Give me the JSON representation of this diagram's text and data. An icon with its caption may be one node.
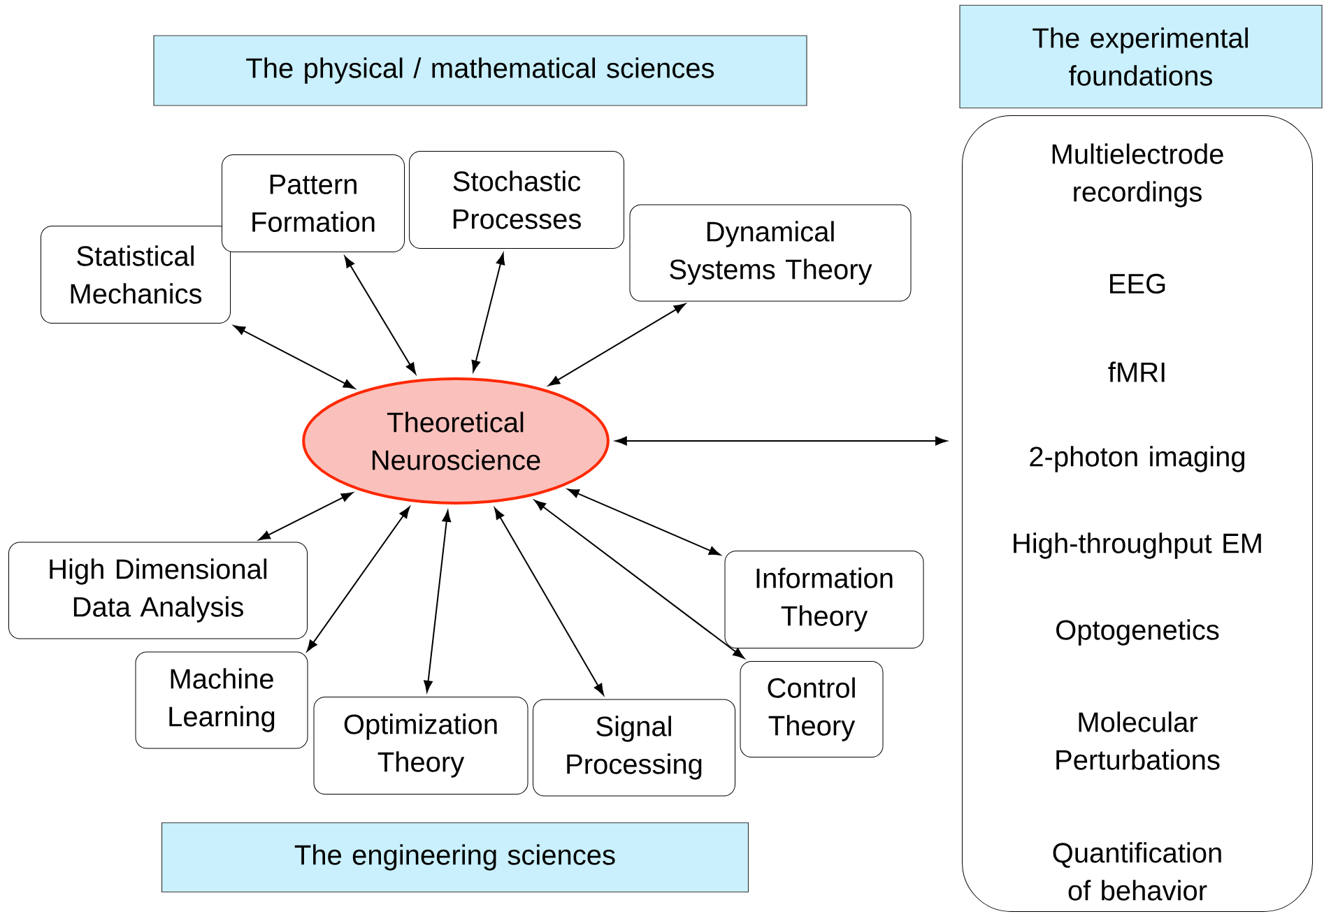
{
  "diagram": {
    "nodes": [
      {
        "text": [
          "The physical / mathematical sciences"
        ]
      },
      {
        "text": [
          "The experimental foundations"
        ]
      },
      {
        "text": [
          "The engineering sciences"
        ]
      },
      {
        "text": [
          "Theoretical Neuroscience"
        ]
      },
      {
        "text": [
          "Statistical Mechanics"
        ]
      },
      {
        "text": [
          "Pattern Formation"
        ]
      },
      {
        "text": [
          "Stochastic Processes"
        ]
      },
      {
        "text": [
          "Dynamical Systems Theory"
        ]
      },
      {
        "text": [
          "High Dimensional Data Analysis"
        ]
      },
      {
        "text": [
          "Machine Learning"
        ]
      },
      {
        "text": [
          "Optimization Theory"
        ]
      },
      {
        "text": [
          "Signal Processing"
        ]
      },
      {
        "text": [
          "Information Theory"
        ]
      },
      {
        "text": [
          "Control Theory"
        ]
      },
      {
        "text": [
          "Multielectrode recordings",
          "EEG",
          "fMRI",
          "2-photon imaging",
          "High-throughput EM",
          "Optogenetics",
          "Molecular Perturbations",
          "Quantification of behavior"
        ]
      }
    ],
    "edges": [
      {
        "from": 3,
        "to": 4,
        "arrow": "both"
      },
      {
        "from": 3,
        "to": 5,
        "arrow": "both"
      },
      {
        "from": 3,
        "to": 6,
        "arrow": "both"
      },
      {
        "from": 3,
        "to": 7,
        "arrow": "both"
      },
      {
        "from": 3,
        "to": 14,
        "arrow": "both"
      },
      {
        "from": 3,
        "to": 8,
        "arrow": "both"
      },
      {
        "from": 3,
        "to": 9,
        "arrow": "both"
      },
      {
        "from": 3,
        "to": 10,
        "arrow": "both"
      },
      {
        "from": 3,
        "to": 11,
        "arrow": "both"
      },
      {
        "from": 3,
        "to": 12,
        "arrow": "both"
      },
      {
        "from": 3,
        "to": 13,
        "arrow": "both"
      }
    ]
  }
}
